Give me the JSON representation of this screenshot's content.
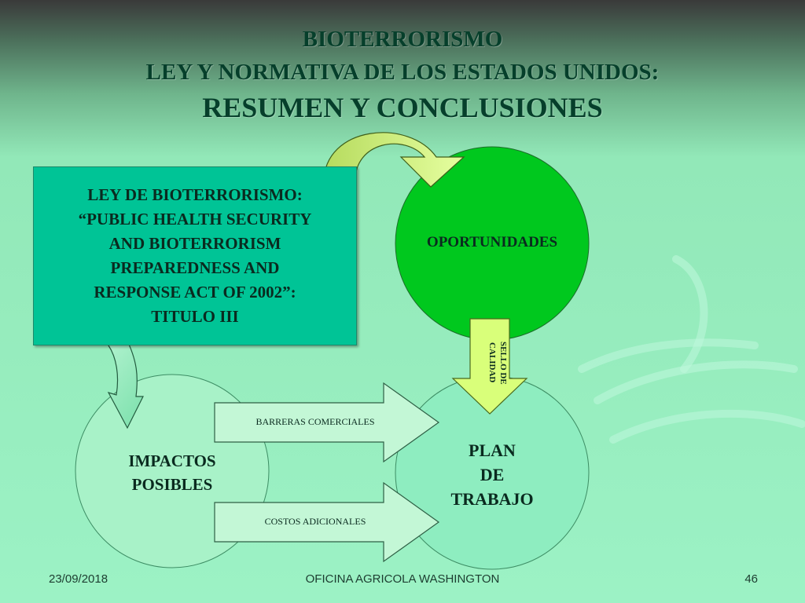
{
  "slide": {
    "title_line1": "BIOTERRORISMO",
    "title_line2": "LEY  Y  NORMATIVA  DE  LOS  ESTADOS UNIDOS:",
    "title_line3": "RESUMEN Y CONCLUSIONES"
  },
  "diagram": {
    "law_box": "LEY DE BIOTERRORISMO:\n“PUBLIC HEALTH SECURITY\nAND BIOTERRORISM\nPREPAREDNESS AND\nRESPONSE ACT OF 2002”:\nTITULO III",
    "opportunities": "OPORTUNIDADES",
    "impacts": "IMPACTOS\nPOSIBLES",
    "work_plan": "PLAN\nDE\nTRABAJO",
    "quality_seal": "SELLO DE\nCALIDAD",
    "trade_barriers": "BARRERAS COMERCIALES",
    "additional_costs": "COSTOS ADICIONALES"
  },
  "colors": {
    "title": "#063f2b",
    "law_box": "#00c496",
    "opportunities_circle": "#00c81e",
    "light_arrow": "#d9ff7a"
  },
  "footer": {
    "date": "23/09/2018",
    "organization": "OFICINA AGRICOLA  WASHINGTON",
    "page_number": "46"
  }
}
